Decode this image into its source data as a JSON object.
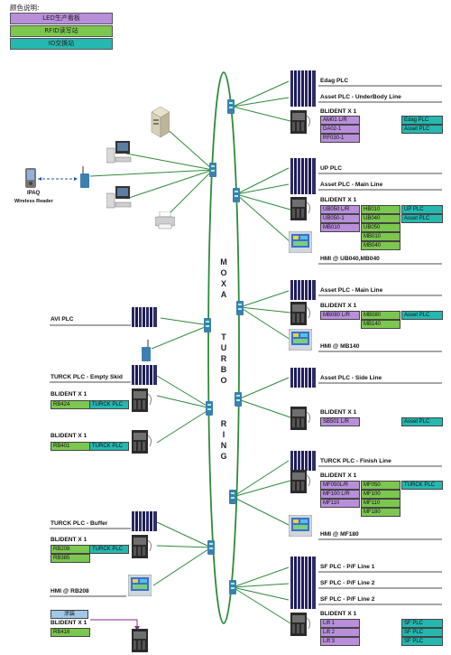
{
  "legend": {
    "title": "颜色说明:",
    "items": [
      {
        "text": "LED生产看板",
        "color": "#b98fdc"
      },
      {
        "text": "RFID读写站",
        "color": "#7cc74f"
      },
      {
        "text": "IO交换站",
        "color": "#24b8b1"
      }
    ]
  },
  "ring": {
    "letters": [
      "M",
      "O",
      "X",
      "A",
      "T",
      "U",
      "R",
      "B",
      "O",
      "R",
      "I",
      "N",
      "G"
    ],
    "color": "#2e8b3a"
  },
  "left": {
    "ipaq": {
      "title": "IPAQ",
      "subtitle": "Wireless Reader"
    },
    "avi": "AVI PLC",
    "turck_skid": "TURCK PLC - Empty Skid",
    "blident1": {
      "title": "BLIDENT X 1",
      "rows": [
        {
          "a": "RB424",
          "b": "TURCK PLC"
        }
      ]
    },
    "blident2": {
      "title": "BLIDENT X 1",
      "rows": [
        {
          "a": "RB401",
          "b": "TURCK PLC"
        }
      ]
    },
    "turck_buffer": "TURCK PLC - Buffer",
    "blident3": {
      "title": "BLIDENT X 1",
      "rows": [
        {
          "a": "RB208",
          "b": "TURCK PLC"
        },
        {
          "a": "RB385",
          "b": ""
        }
      ]
    },
    "hmi_rb208": "HMI @ RB208",
    "paint": {
      "tag": "涂装",
      "title": "BLIDENT X 1",
      "row": "RB416"
    }
  },
  "right": {
    "edag_plc": "Edag PLC",
    "asset_underbody": "Asset PLC - UnderBody Line",
    "b1": {
      "title": "BLIDENT X 1",
      "rows": [
        "AM01 L/R",
        "DA02-1",
        "RF030-1"
      ],
      "side": [
        "Edag PLC",
        "Asset PLC"
      ]
    },
    "up_plc": "UP PLC",
    "asset_main1": "Asset PLC - Main Line",
    "b2": {
      "title": "BLIDENT X 1",
      "col1": [
        "UB050 L/R",
        "UB050-1",
        "MB010"
      ],
      "col2": [
        "HB010",
        "UB040",
        "UB050",
        "MB010",
        "MB040"
      ],
      "col3": [
        "UP PLC",
        "Asset PLC"
      ]
    },
    "hmi_ub": "HMI @ UB040,MB040",
    "asset_main2": "Asset PLC - Main Line",
    "b3": {
      "title": "BLIDENT X 1",
      "col1": [
        "MB080 L/R"
      ],
      "col2": [
        "MB080",
        "MB140"
      ],
      "col3": [
        "Asset PLC"
      ]
    },
    "hmi_mb140": "HMI @ MB140",
    "asset_side": "Asset PLC - Side Line",
    "b4": {
      "title": "BLIDENT X 1",
      "col1": [
        "SB501 L/R"
      ],
      "col3": [
        "Asset PLC"
      ]
    },
    "turck_finish": "TURCK PLC - Finish Line",
    "b5": {
      "title": "BLIDENT X 1",
      "col1": [
        "MF050L/R",
        "MF100 L/R",
        "MF110"
      ],
      "col2": [
        "MF050",
        "MF100",
        "MF110",
        "MF180"
      ],
      "col3": [
        "TURCK PLC"
      ]
    },
    "hmi_mf180": "HMI @ MF180",
    "sf1": "SF PLC - P/F Line 1",
    "sf2": "SF PLC - P/F Line 2",
    "sf3": "SF PLC - P/F Line 2",
    "b6": {
      "title": "BLIDENT X 1",
      "col1": [
        "Lift 1",
        "Lift 2",
        "Lift 3"
      ],
      "col3": [
        "SF PLC",
        "SF PLC",
        "SF PLC"
      ]
    }
  }
}
